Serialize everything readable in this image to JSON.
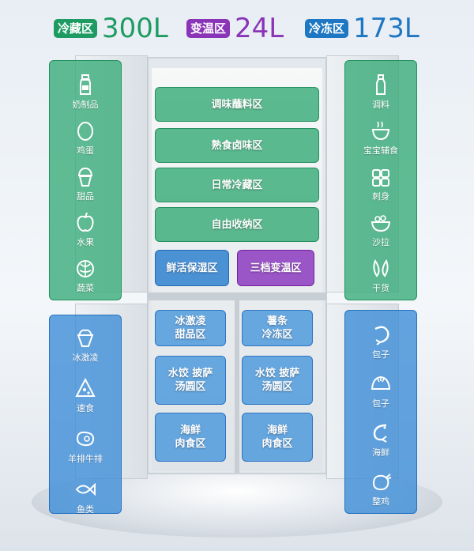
{
  "header": {
    "fridge": {
      "tag": "冷藏区",
      "capacity": "300L",
      "color": "#1e9b62"
    },
    "convertible": {
      "tag": "变温区",
      "capacity": "24L",
      "color": "#8a34b8"
    },
    "freezer": {
      "tag": "冷冻区",
      "capacity": "173L",
      "color": "#1e77c2"
    }
  },
  "left_top_door": [
    {
      "label": "奶制品",
      "icon": "milk-bottle-icon"
    },
    {
      "label": "鸡蛋",
      "icon": "egg-icon"
    },
    {
      "label": "甜品",
      "icon": "cupcake-icon"
    },
    {
      "label": "水果",
      "icon": "apple-icon"
    },
    {
      "label": "蔬菜",
      "icon": "cabbage-icon"
    }
  ],
  "right_top_door": [
    {
      "label": "调料",
      "icon": "sauce-bottle-icon"
    },
    {
      "label": "宝宝辅食",
      "icon": "baby-food-icon"
    },
    {
      "label": "刺身",
      "icon": "sushi-icon"
    },
    {
      "label": "沙拉",
      "icon": "salad-bowl-icon"
    },
    {
      "label": "干货",
      "icon": "dried-goods-icon"
    }
  ],
  "left_bottom_door": [
    {
      "label": "冰激凌",
      "icon": "ice-cream-icon"
    },
    {
      "label": "速食",
      "icon": "pizza-slice-icon"
    },
    {
      "label": "羊排牛排",
      "icon": "steak-icon"
    },
    {
      "label": "鱼类",
      "icon": "fish-icon"
    }
  ],
  "right_bottom_door": [
    {
      "label": "包子",
      "icon": "shrimp-icon"
    },
    {
      "label": "包子",
      "icon": "bun-icon"
    },
    {
      "label": "海鲜",
      "icon": "prawn-icon"
    },
    {
      "label": "整鸡",
      "icon": "whole-chicken-icon"
    }
  ],
  "center_shelves": [
    "调味蘸料区",
    "熟食卤味区",
    "日常冷藏区",
    "自由收纳区"
  ],
  "middle_drawers": {
    "left": "鲜活保湿区",
    "right": "三档变温区"
  },
  "freezer_drawers": [
    {
      "left": "冰激凌\n甜品区",
      "right": "薯条\n冷冻区"
    },
    {
      "left": "水饺 披萨\n汤圆区",
      "right": "水饺 披萨\n汤圆区"
    },
    {
      "left": "海鲜\n肉食区",
      "right": "海鲜\n肉食区"
    }
  ]
}
